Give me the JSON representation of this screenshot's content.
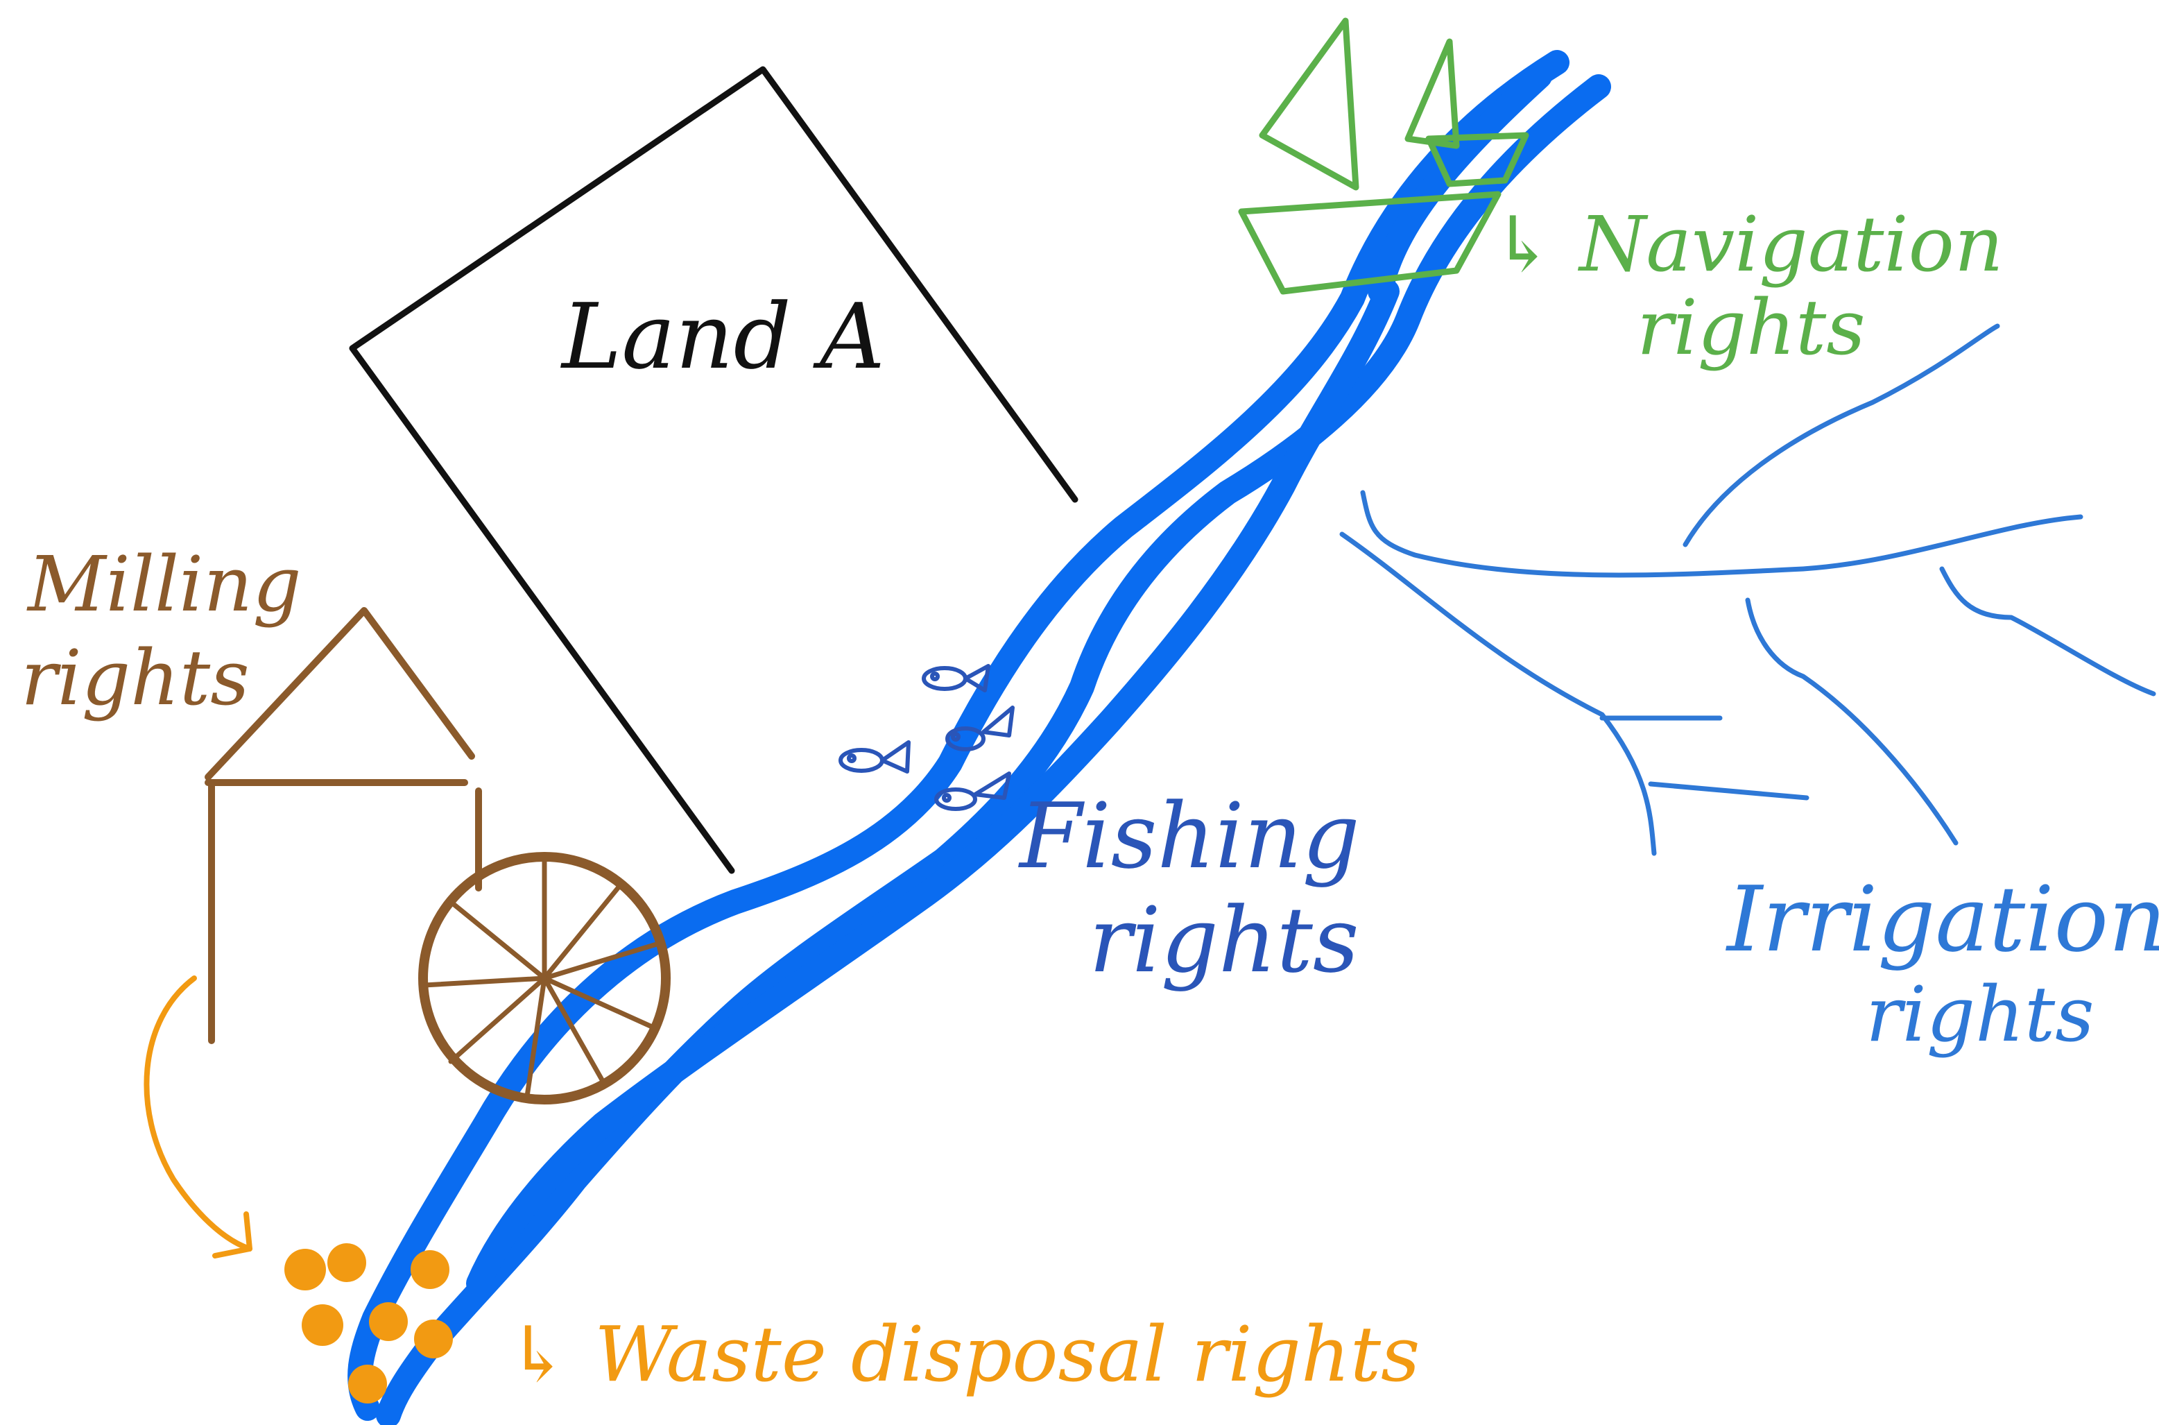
{
  "colors": {
    "background": "#ffffff",
    "land": "#111111",
    "river": "#0a6cf0",
    "boat": "#5bb04a",
    "mill": "#8b5a2b",
    "waste": "#f29a12",
    "fish": "#2a55b8",
    "irrigation": "#2e78d6"
  },
  "labels": {
    "land": "Land A",
    "milling": [
      "Milling",
      "rights"
    ],
    "navigation": [
      "↳ Navigation",
      "rights"
    ],
    "fishing": [
      "Fishing",
      "rights"
    ],
    "irrigation": [
      "Irrigation",
      "rights"
    ],
    "waste": "↳ Waste disposal rights"
  },
  "icons": [
    "sailboat-icon",
    "watermill-icon",
    "fish-icon",
    "waste-dots-icon",
    "irrigation-channels-icon",
    "arrow-icon"
  ]
}
